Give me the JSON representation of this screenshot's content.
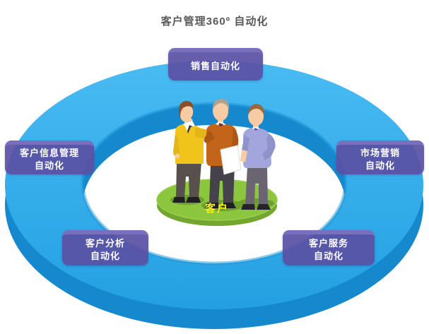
{
  "title": "客户管理360º 自动化",
  "center": {
    "label": "客户",
    "people": [
      "businessman-yellow-jacket",
      "businessman-orange-jacket",
      "businessman-purple-sweater"
    ]
  },
  "nodes": {
    "top": {
      "lines": [
        "销售自动化"
      ]
    },
    "left": {
      "lines": [
        "客户信息管理",
        "自动化"
      ]
    },
    "right": {
      "lines": [
        "市场营销",
        "自动化"
      ]
    },
    "bottom_left": {
      "lines": [
        "客户分析",
        "自动化"
      ]
    },
    "bottom_right": {
      "lines": [
        "客户服务",
        "自动化"
      ]
    }
  },
  "colors": {
    "ring_blue": "#3AB3F0",
    "ring_depth_blue": "#1688CE",
    "node_purple": "#5A51A5",
    "node_bevel_purple": "#7A71C0",
    "node_text": "#FFFFFF",
    "platform_green": "#8CC63F",
    "platform_side_green": "#73A62F",
    "center_label_yellow": "#F8F200",
    "title_gray": "#58595B"
  }
}
